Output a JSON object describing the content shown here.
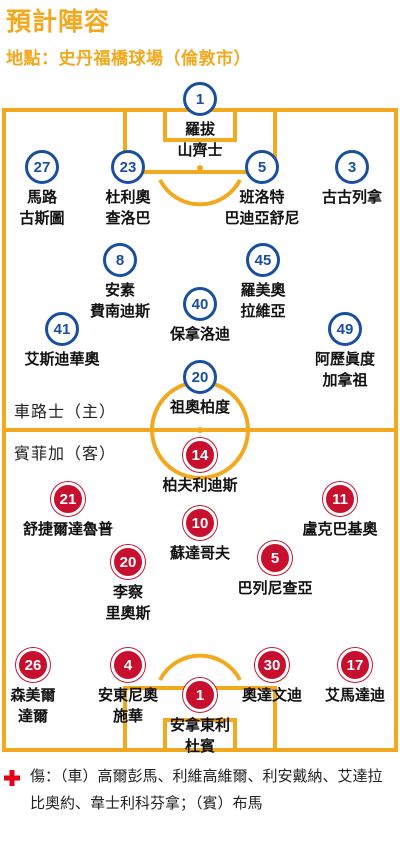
{
  "header": {
    "title": "預計陣容",
    "venue": "地點：史丹福橋球場（倫敦市）"
  },
  "colors": {
    "title": "#f2a91d",
    "home": "#1a4fa0",
    "away": "#c8102e",
    "pitch_line": "#f2a91d"
  },
  "home": {
    "label": "車路士（主）",
    "players": [
      {
        "number": "1",
        "name": "羅拔\n山齊士"
      },
      {
        "number": "27",
        "name": "馬路\n古斯圖"
      },
      {
        "number": "23",
        "name": "杜利奧\n查洛巴"
      },
      {
        "number": "5",
        "name": "班洛特\n巴迪亞舒尼"
      },
      {
        "number": "3",
        "name": "古古列拿"
      },
      {
        "number": "8",
        "name": "安素\n費南迪斯"
      },
      {
        "number": "45",
        "name": "羅美奧\n拉維亞"
      },
      {
        "number": "40",
        "name": "保拿洛迪"
      },
      {
        "number": "41",
        "name": "艾斯迪華奧"
      },
      {
        "number": "49",
        "name": "阿歷眞度\n加拿祖"
      },
      {
        "number": "20",
        "name": "祖奧柏度"
      }
    ]
  },
  "away": {
    "label": "賓菲加（客）",
    "players": [
      {
        "number": "14",
        "name": "柏夫利迪斯"
      },
      {
        "number": "21",
        "name": "舒捷爾達魯普"
      },
      {
        "number": "10",
        "name": "蘇達哥夫"
      },
      {
        "number": "11",
        "name": "盧克巴基奧"
      },
      {
        "number": "20",
        "name": "李察\n里奧斯"
      },
      {
        "number": "5",
        "name": "巴列尼查亞"
      },
      {
        "number": "26",
        "name": "森美爾\n達爾"
      },
      {
        "number": "4",
        "name": "安東尼奧\n施華"
      },
      {
        "number": "30",
        "name": "奧達文迪"
      },
      {
        "number": "17",
        "name": "艾馬達迪"
      },
      {
        "number": "1",
        "name": "安拿東利\n杜賓"
      }
    ]
  },
  "injuries": {
    "icon": "red-cross-icon",
    "text": "傷：（車）高爾彭馬、利維高維爾、利安戴納、艾達拉比奧約、韋士利科芬拿；（賓）布馬"
  }
}
